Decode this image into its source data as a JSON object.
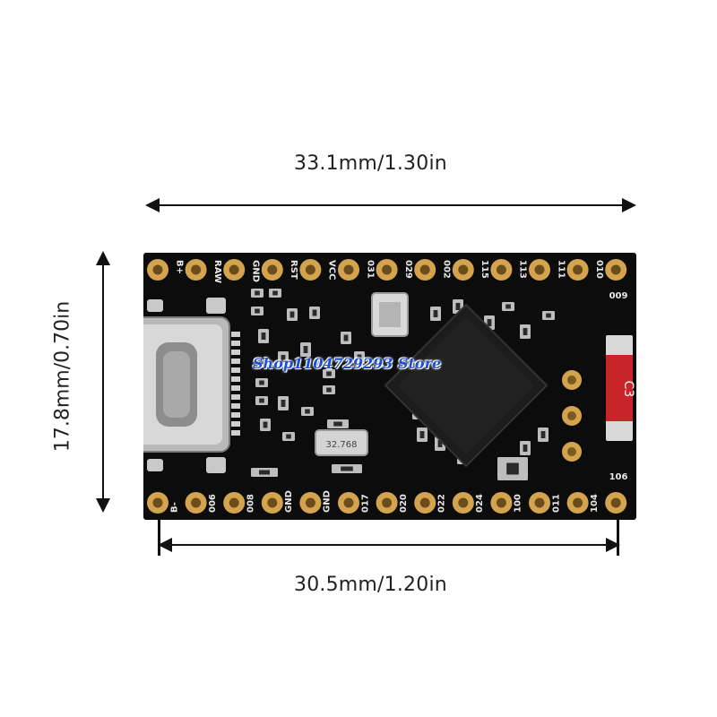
{
  "dimensions": {
    "length_total": "33.1mm/1.30in",
    "width": "17.8mm/0.70in",
    "pin_span": "30.5mm/1.20in"
  },
  "board": {
    "top_pins": [
      "B+",
      "RAW",
      "GND",
      "RST",
      "VCC",
      "031",
      "029",
      "002",
      "115",
      "113",
      "111",
      "010"
    ],
    "top_right_label": "009",
    "bottom_pins": [
      "B-",
      "006",
      "008",
      "GND",
      "GND",
      "017",
      "020",
      "022",
      "024",
      "100",
      "011",
      "104"
    ],
    "bottom_right_label": "106",
    "chip_badge": "C3",
    "crystal_text": "32.768"
  },
  "watermark": "Shop1104729293 Store",
  "colors": {
    "pcb": "#0c0c0c",
    "pad_gold": "#d4a34e",
    "silkscreen": "#e8e8e8",
    "badge_red": "#c8242a",
    "watermark_blue": "#1d4fd6"
  }
}
